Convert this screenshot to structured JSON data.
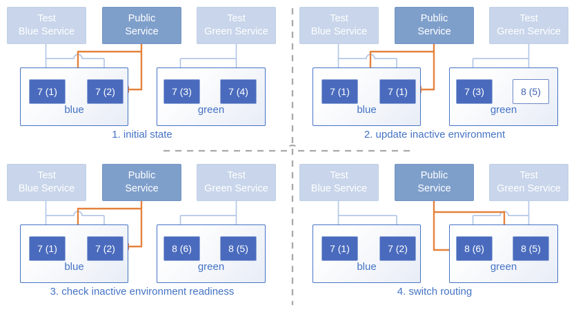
{
  "colors": {
    "service_light_fill": "#c8d5ea",
    "service_light_border": "#bfcfe7",
    "service_public_fill": "#7f9fcb",
    "service_public_border": "#7295c4",
    "pod_fill": "#4a6bbd",
    "pod_border": "#94a9da",
    "pod_outline_text": "#3f5fae",
    "env_border": "#4472c4",
    "label_blue": "#4472c4",
    "arrow_light": "#b4c7e7",
    "arrow_orange": "#e5813a",
    "divider_gray": "#a8a8a8"
  },
  "panels": [
    {
      "caption": "1. initial state",
      "public_route": "blue",
      "services": [
        {
          "lines": [
            "Test",
            "Blue Service"
          ],
          "style": "light"
        },
        {
          "lines": [
            "Public",
            "Service"
          ],
          "style": "public"
        },
        {
          "lines": [
            "Test",
            "Green Service"
          ],
          "style": "light"
        }
      ],
      "environments": [
        {
          "label": "blue",
          "pods": [
            {
              "text": "7 (1)",
              "style": "filled"
            },
            {
              "text": "7 (2)",
              "style": "filled"
            }
          ]
        },
        {
          "label": "green",
          "pods": [
            {
              "text": "7 (3)",
              "style": "filled"
            },
            {
              "text": "7 (4)",
              "style": "filled"
            }
          ]
        }
      ]
    },
    {
      "caption": "2. update inactive environment",
      "public_route": "blue",
      "services": [
        {
          "lines": [
            "Test",
            "Blue Service"
          ],
          "style": "light"
        },
        {
          "lines": [
            "Public",
            "Service"
          ],
          "style": "public"
        },
        {
          "lines": [
            "Test",
            "Green Service"
          ],
          "style": "light"
        }
      ],
      "environments": [
        {
          "label": "blue",
          "pods": [
            {
              "text": "7 (1)",
              "style": "filled"
            },
            {
              "text": "7 (1)",
              "style": "filled"
            }
          ]
        },
        {
          "label": "green",
          "pods": [
            {
              "text": "7 (3)",
              "style": "filled"
            },
            {
              "text": "8 (5)",
              "style": "outline"
            }
          ]
        }
      ]
    },
    {
      "caption": "3. check inactive environment readiness",
      "public_route": "blue",
      "services": [
        {
          "lines": [
            "Test",
            "Blue Service"
          ],
          "style": "light"
        },
        {
          "lines": [
            "Public",
            "Service"
          ],
          "style": "public"
        },
        {
          "lines": [
            "Test",
            "Green Service"
          ],
          "style": "light"
        }
      ],
      "environments": [
        {
          "label": "blue",
          "pods": [
            {
              "text": "7 (1)",
              "style": "filled"
            },
            {
              "text": "7 (2)",
              "style": "filled"
            }
          ]
        },
        {
          "label": "green",
          "pods": [
            {
              "text": "8 (6)",
              "style": "filled"
            },
            {
              "text": "8 (5)",
              "style": "filled"
            }
          ]
        }
      ]
    },
    {
      "caption": "4. switch routing",
      "public_route": "green",
      "services": [
        {
          "lines": [
            "Test",
            "Blue Service"
          ],
          "style": "light"
        },
        {
          "lines": [
            "Public",
            "Service"
          ],
          "style": "public"
        },
        {
          "lines": [
            "Test",
            "Green Service"
          ],
          "style": "light"
        }
      ],
      "environments": [
        {
          "label": "blue",
          "pods": [
            {
              "text": "7 (1)",
              "style": "filled"
            },
            {
              "text": "7 (2)",
              "style": "filled"
            }
          ]
        },
        {
          "label": "green",
          "pods": [
            {
              "text": "8 (6)",
              "style": "filled"
            },
            {
              "text": "8 (5)",
              "style": "filled"
            }
          ]
        }
      ]
    }
  ]
}
